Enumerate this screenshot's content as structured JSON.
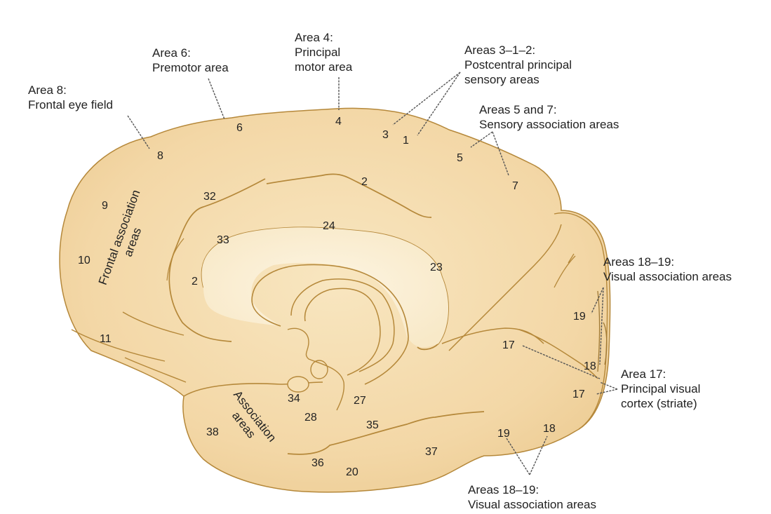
{
  "colors": {
    "cortex_fill": "#f2d39e",
    "cortex_light": "#f8e8c6",
    "inner_light": "#fbf0d8",
    "sulcus_stroke": "#b5883a",
    "leader_line": "#555555",
    "text": "#222222"
  },
  "callouts": {
    "area8": {
      "title": "Area 8:",
      "desc": "Frontal eye field"
    },
    "area6": {
      "title": "Area 6:",
      "desc": "Premotor area"
    },
    "area4": {
      "title": "Area 4:",
      "desc1": "Principal",
      "desc2": "motor area"
    },
    "area312": {
      "title": "Areas 3–1–2:",
      "desc1": "Postcentral principal",
      "desc2": "sensory areas"
    },
    "area57": {
      "title": "Areas 5 and 7:",
      "desc": "Sensory association areas"
    },
    "area1819_right": {
      "title": "Areas 18–19:",
      "desc": "Visual association areas"
    },
    "area17": {
      "title": "Area 17:",
      "desc1": "Principal visual",
      "desc2": "cortex (striate)"
    },
    "area1819_bottom": {
      "title": "Areas 18–19:",
      "desc": "Visual association areas"
    }
  },
  "region_labels": {
    "frontal_association": {
      "line1": "Frontal association",
      "line2": "areas"
    },
    "temporal_association": {
      "line1": "Association",
      "line2": "areas"
    }
  },
  "area_numbers": {
    "n8": "8",
    "n6": "6",
    "n4": "4",
    "n3": "3",
    "n1": "1",
    "n5": "5",
    "n7": "7",
    "n2_top": "2",
    "n32": "32",
    "n9": "9",
    "n24": "24",
    "n33": "33",
    "n10": "10",
    "n23": "23",
    "n2_left": "2",
    "n19_right": "19",
    "n11": "11",
    "n17_inner": "17",
    "n18_right": "18",
    "n17_right": "17",
    "n34": "34",
    "n27": "27",
    "n28": "28",
    "n35": "35",
    "n38": "38",
    "n19_bottom": "19",
    "n18_bottom": "18",
    "n37": "37",
    "n36": "36",
    "n20": "20"
  }
}
